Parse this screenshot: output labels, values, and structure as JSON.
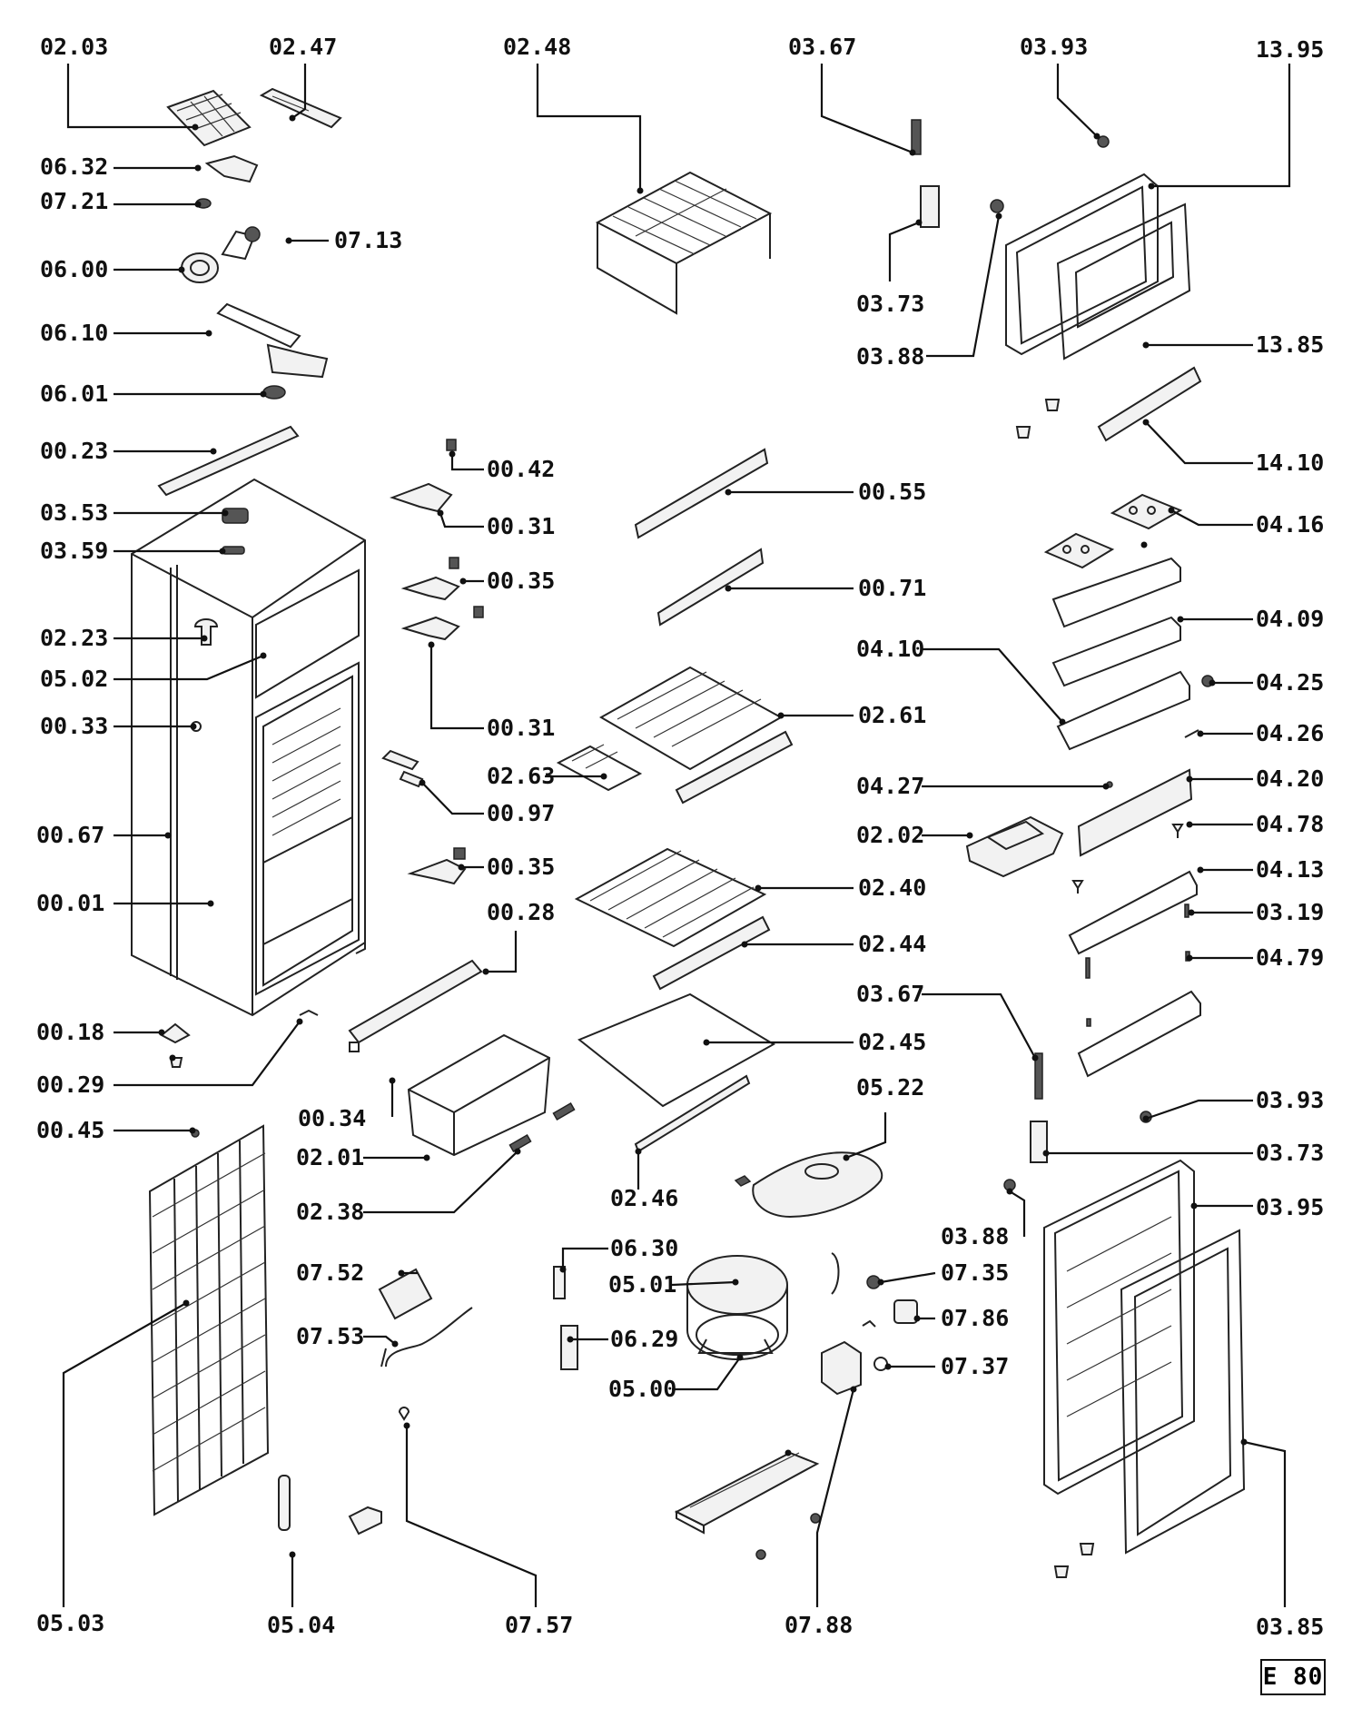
{
  "diagram": {
    "code": "E 80",
    "labels": {
      "l_0203": "02.03",
      "l_0247": "02.47",
      "l_0248": "02.48",
      "l_0367a": "03.67",
      "l_0393a": "03.93",
      "l_1395": "13.95",
      "l_0632": "06.32",
      "l_0721": "07.21",
      "l_0713": "07.13",
      "l_0600": "06.00",
      "l_0610": "06.10",
      "l_0601": "06.01",
      "l_0373a": "03.73",
      "l_0388a": "03.88",
      "l_1385": "13.85",
      "l_1410": "14.10",
      "l_0023": "00.23",
      "l_0042": "00.42",
      "l_0055": "00.55",
      "l_0353": "03.53",
      "l_0031a": "00.31",
      "l_0416": "04.16",
      "l_0359": "03.59",
      "l_0035a": "00.35",
      "l_0071": "00.71",
      "l_0409": "04.09",
      "l_0223": "02.23",
      "l_0410": "04.10",
      "l_0502": "05.02",
      "l_0425": "04.25",
      "l_0261": "02.61",
      "l_0033": "00.33",
      "l_0031b": "00.31",
      "l_0426": "04.26",
      "l_0263": "02.63",
      "l_0427": "04.27",
      "l_0420": "04.20",
      "l_0097": "00.97",
      "l_0067": "00.67",
      "l_0202": "02.02",
      "l_0478": "04.78",
      "l_0035b": "00.35",
      "l_0413": "04.13",
      "l_0240": "02.40",
      "l_0001": "00.01",
      "l_0319": "03.19",
      "l_0028": "00.28",
      "l_0244": "02.44",
      "l_0479": "04.79",
      "l_0367b": "03.67",
      "l_0018": "00.18",
      "l_0245": "02.45",
      "l_0029": "00.29",
      "l_0522": "05.22",
      "l_0393b": "03.93",
      "l_0034": "00.34",
      "l_0045": "00.45",
      "l_0373b": "03.73",
      "l_0201": "02.01",
      "l_0246": "02.46",
      "l_0395": "03.95",
      "l_0238": "02.38",
      "l_0388b": "03.88",
      "l_0630": "06.30",
      "l_0752": "07.52",
      "l_0735": "07.35",
      "l_0501": "05.01",
      "l_0786": "07.86",
      "l_0753": "07.53",
      "l_0629": "06.29",
      "l_0737": "07.37",
      "l_0500": "05.00",
      "l_0503": "05.03",
      "l_0504": "05.04",
      "l_0757": "07.57",
      "l_0788": "07.88",
      "l_0385": "03.85"
    }
  }
}
